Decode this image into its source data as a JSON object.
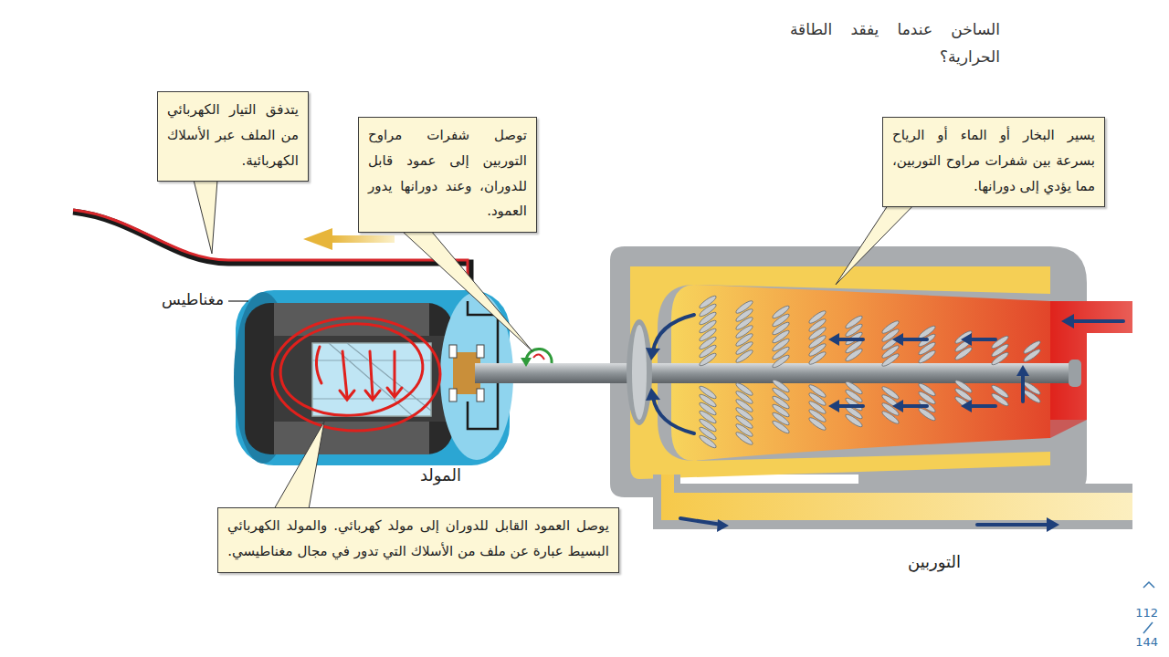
{
  "diagram": {
    "nodes": [
      {
        "text": [
          "يتدفق التيار الكهربائي من الملف عبر الأسلاك الكهربائية."
        ]
      },
      {
        "text": [
          "توصل شفرات مراوح التوربين إلى عمود قابل للدوران، وعند دورانها يدور العمود."
        ]
      },
      {
        "text": [
          "يسير البخار أو الماء أو الرياح بسرعة بين شفرات مراوح التوربين، مما يؤدي إلى دورانها."
        ]
      },
      {
        "text": [
          "يوصل العمود القابل للدوران إلى مولد كهربائي. والمولد الكهربائي البسيط عبارة عن ملف من الأسلاك التي تدور في مجال مغناطيسي."
        ]
      }
    ],
    "labels": [
      "الساخن عندما يفقد الطاقة الحرارية؟",
      "مغناطيس",
      "المولد",
      "التوربين",
      "112",
      "144"
    ]
  }
}
